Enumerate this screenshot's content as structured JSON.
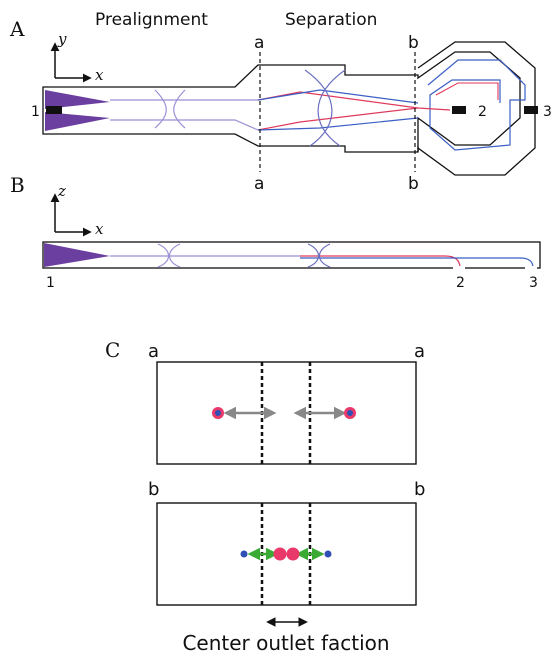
{
  "panels": {
    "a": {
      "letter": "A",
      "stage1": "Prealignment",
      "stage2": "Separation",
      "axis_y": "y",
      "axis_x": "x",
      "section_a": "a",
      "section_b": "b",
      "outlet_1": "1",
      "outlet_2": "2",
      "outlet_3": "3"
    },
    "b": {
      "letter": "B",
      "axis_z": "z",
      "axis_x": "x",
      "outlet_1": "1",
      "outlet_2": "2",
      "outlet_3": "3"
    },
    "c": {
      "letter": "C",
      "section_a": "a",
      "section_b": "b",
      "caption": "Center outlet faction"
    }
  },
  "colors": {
    "inlet_fill": "#6b3fa0",
    "red_path": "#e03a5c",
    "blue_path": "#3b5fc4",
    "lavender": "#9a8fd6",
    "arrow_gray": "#888888",
    "arrow_green": "#3aaa35",
    "particle_pink": "#e8396a",
    "particle_blue": "#2f4fb4"
  }
}
